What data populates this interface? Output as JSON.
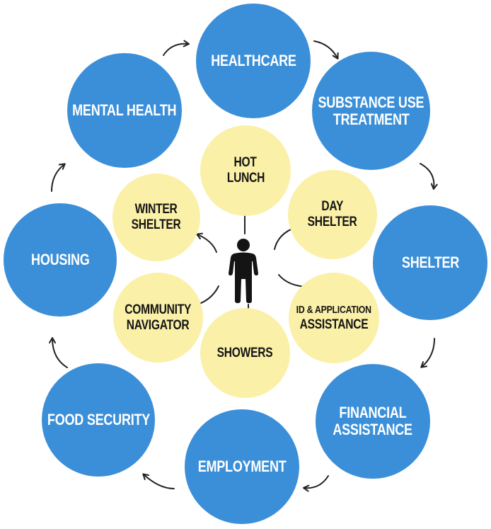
{
  "outer": {
    "healthcare": [
      "HEALTHCARE"
    ],
    "substance_use": [
      "SUBSTANCE USE",
      "TREATMENT"
    ],
    "shelter": [
      "SHELTER"
    ],
    "financial": [
      "FINANCIAL",
      "ASSISTANCE"
    ],
    "employment": [
      "EMPLOYMENT"
    ],
    "food_security": [
      "FOOD SECURITY"
    ],
    "housing": [
      "HOUSING"
    ],
    "mental_health": [
      "MENTAL HEALTH"
    ]
  },
  "inner": {
    "hot_lunch": [
      "HOT",
      "LUNCH"
    ],
    "day_shelter": [
      "DAY",
      "SHELTER"
    ],
    "id_assistance": [
      "ID & APPLICATION",
      "ASSISTANCE"
    ],
    "showers": [
      "SHOWERS"
    ],
    "community_navigator": [
      "COMMUNITY",
      "NAVIGATOR"
    ],
    "winter_shelter": [
      "WINTER",
      "SHELTER"
    ]
  },
  "colors": {
    "outer_fill": "#3b8fd8",
    "inner_fill": "#fbf0a8",
    "outer_text": "#ffffff",
    "inner_text": "#141414",
    "arrow": "#222222"
  },
  "icons": {
    "center": "person-icon"
  }
}
